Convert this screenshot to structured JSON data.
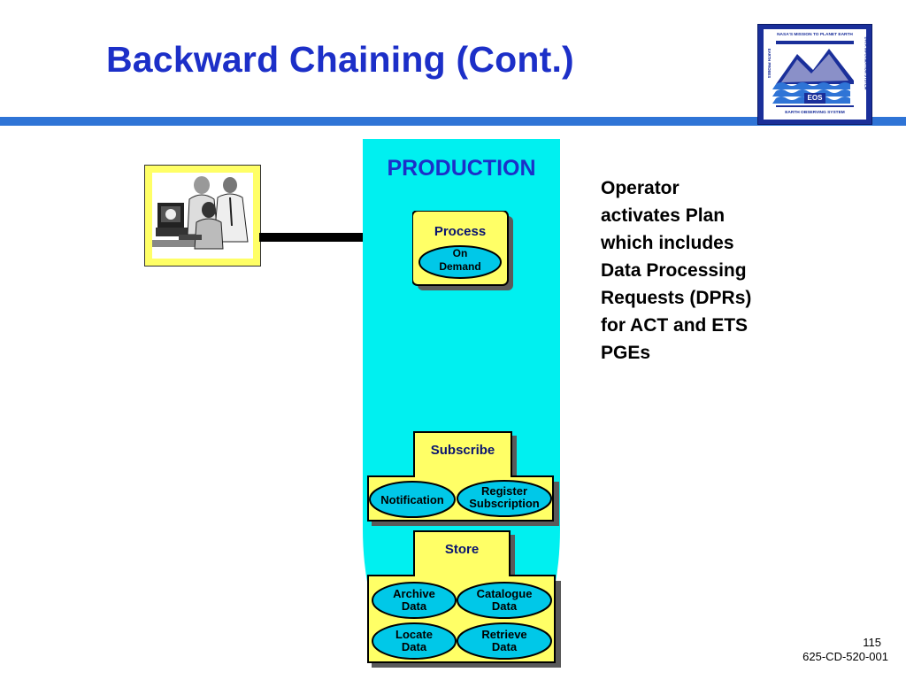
{
  "slide": {
    "title": "Backward Chaining (Cont.)",
    "page_number": "115",
    "doc_id": "625-CD-520-001"
  },
  "logo": {
    "top_text": "NASA'S MISSION TO PLANET EARTH",
    "left_text": "EARTH PROBES",
    "right_text": "DATA INFORMATION SYSTEM",
    "eos_text": "EOS",
    "bottom_text": "EARTH OBSERVING SYSTEM"
  },
  "production": {
    "label": "PRODUCTION",
    "process": {
      "label": "Process",
      "oval_line1": "On",
      "oval_line2": "Demand"
    },
    "subscribe": {
      "label": "Subscribe",
      "left_oval": "Notification",
      "right_oval_line1": "Register",
      "right_oval_line2": "Subscription"
    },
    "store": {
      "label": "Store",
      "ovals": [
        {
          "line1": "Archive",
          "line2": "Data"
        },
        {
          "line1": "Catalogue",
          "line2": "Data"
        },
        {
          "line1": "Locate",
          "line2": "Data"
        },
        {
          "line1": "Retrieve",
          "line2": "Data"
        }
      ]
    }
  },
  "description_lines": [
    "Operator",
    "activates Plan",
    "which includes",
    "Data Processing",
    "Requests (DPRs)",
    "for ACT and ETS",
    "PGEs"
  ],
  "colors": {
    "title_blue": "#1c2fc8",
    "rule_blue": "#2f74d6",
    "cyan": "#00f0f0",
    "box_yellow": "#ffff66",
    "oval_cyan": "#00c8e8",
    "shadow": "#5a5a5a"
  },
  "icons": [
    "operator-workstation-icon",
    "eos-logo-icon",
    "arrow-right-icon"
  ]
}
